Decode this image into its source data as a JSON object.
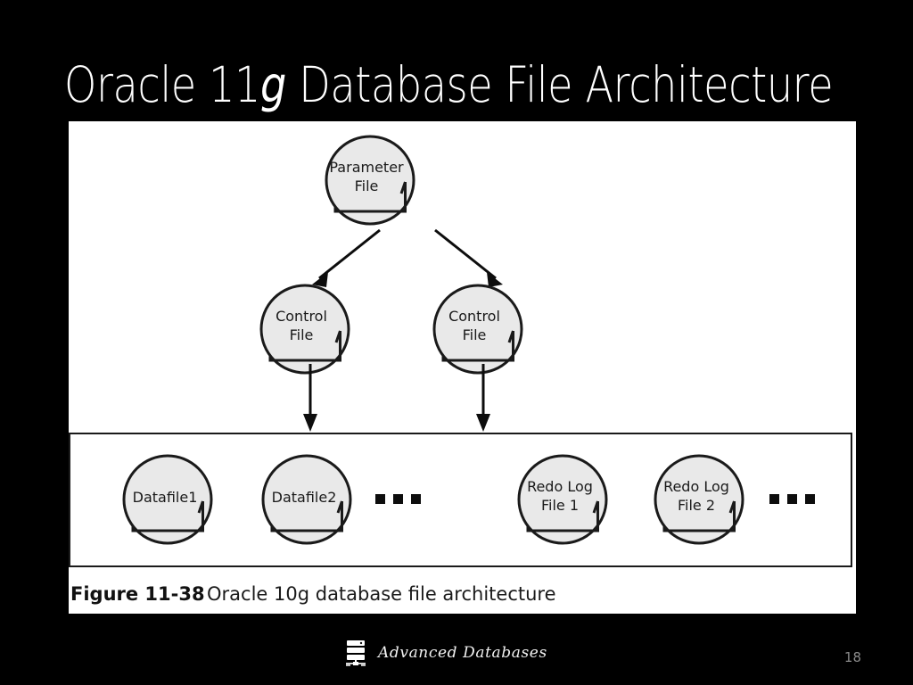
{
  "slide": {
    "background_color": "#000000",
    "title_prefix": "Oracle 11",
    "title_italic": "g",
    "title_suffix": " Database File Architecture",
    "title_color": "#ffffff"
  },
  "figure": {
    "panel_color": "#ffffff",
    "shape_fill": "#e9e9e9",
    "shape_stroke": "#1a1a1a",
    "nodes": {
      "parameter_file": {
        "line1": "Parameter",
        "line2": "File"
      },
      "control_file_1": {
        "line1": "Control",
        "line2": "File"
      },
      "control_file_2": {
        "line1": "Control",
        "line2": "File"
      },
      "datafile_1": {
        "line1": "Datafile1",
        "line2": ""
      },
      "datafile_2": {
        "line1": "Datafile2",
        "line2": ""
      },
      "redo_log_1": {
        "line1": "Redo Log",
        "line2": "File 1"
      },
      "redo_log_2": {
        "line1": "Redo Log",
        "line2": "File 2"
      }
    },
    "ellipsis_datafiles": "...",
    "ellipsis_redologs": "..."
  },
  "caption": {
    "label": "Figure 11-38",
    "text": "Oracle 10g database file architecture"
  },
  "footer": {
    "brand": "Advanced Databases",
    "icon": "database-server-icon",
    "page_number": "18",
    "page_number_color": "#8a8a8a"
  }
}
